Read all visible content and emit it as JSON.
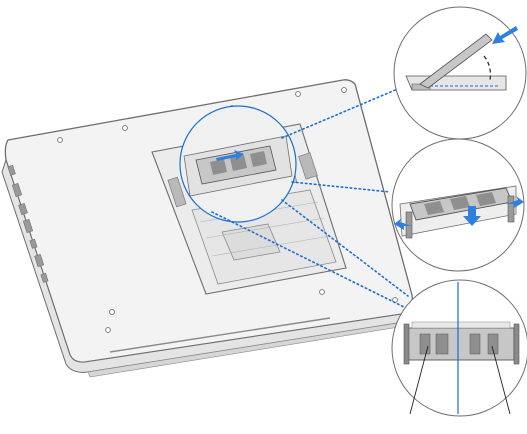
{
  "figure": {
    "kind": "memory-installation-illustration",
    "device": "laptop-bottom-case",
    "callouts": [
      {
        "id": "top",
        "depicts": "module-inserted-at-angle-into-slot"
      },
      {
        "id": "middle",
        "depicts": "module-pressed-down-until-latches-click"
      },
      {
        "id": "bottom",
        "depicts": "side-notches-aligned-with-latches"
      }
    ],
    "text_labels": []
  },
  "colors": {
    "outline": "#6e6e6e",
    "case_fill": "#f3f3f3",
    "leader_line": "#1a6fd0",
    "arrow": "#2f7fe0",
    "module_fill": "#c7c7c7",
    "chip_fill": "#8f8f8f"
  }
}
